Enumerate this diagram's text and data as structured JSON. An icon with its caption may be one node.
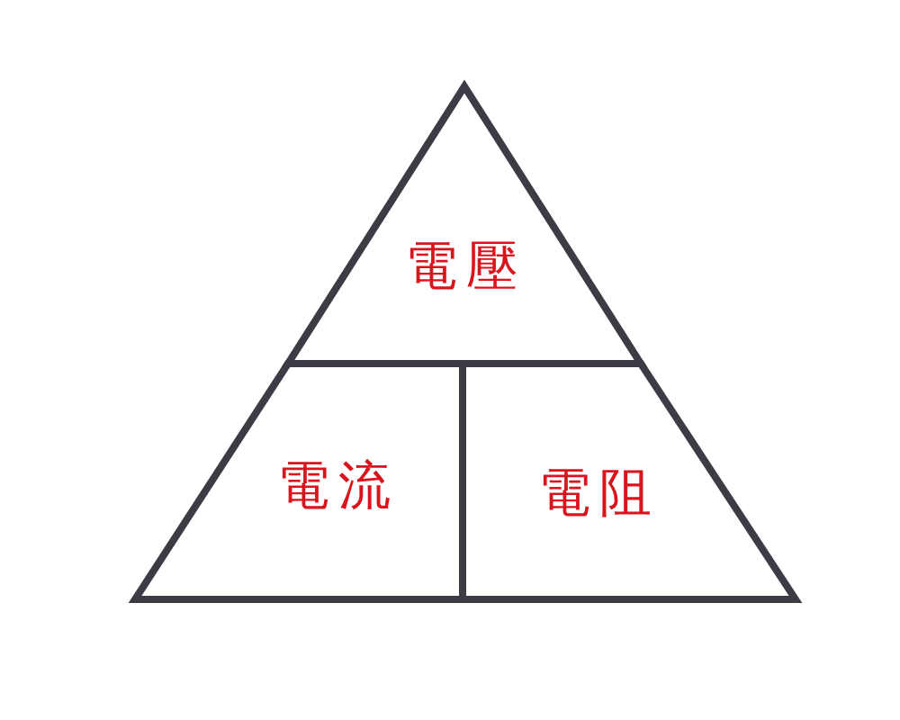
{
  "diagram": {
    "nodes": [
      {
        "text": [
          "電壓"
        ]
      },
      {
        "text": [
          "電流"
        ]
      },
      {
        "text": [
          "電阻"
        ]
      }
    ]
  }
}
